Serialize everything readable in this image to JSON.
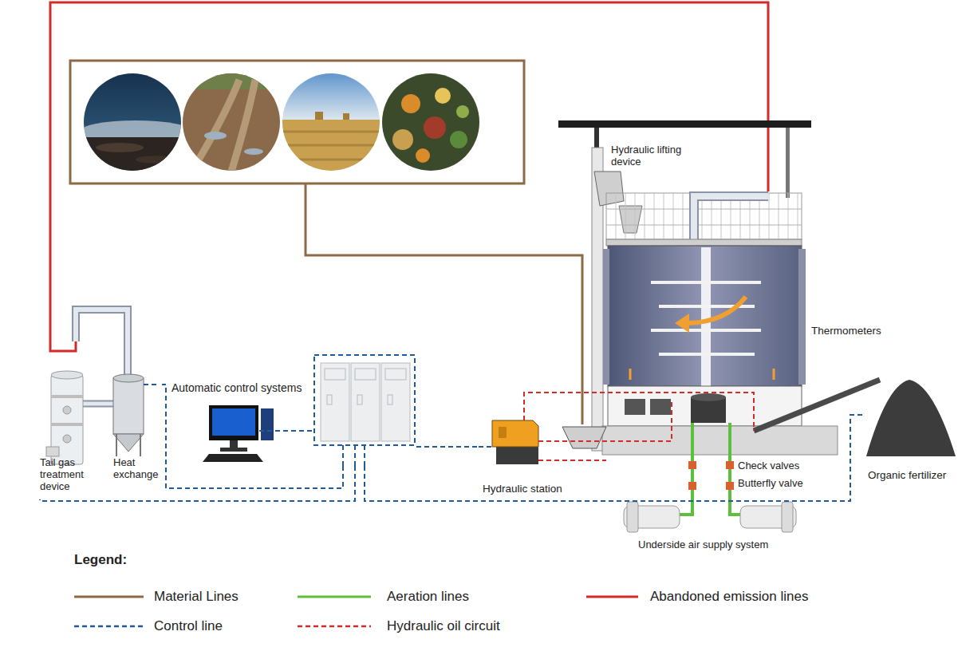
{
  "diagram": {
    "nodes": [
      {
        "text": [
          "Tail gas treatment device"
        ]
      },
      {
        "text": [
          "Heat exchange"
        ]
      },
      {
        "text": [
          "Automatic control systems"
        ]
      },
      {
        "text": [
          "Hydraulic station"
        ]
      },
      {
        "text": [
          "Organic fertilizer"
        ]
      },
      {
        "text": [
          "Underside air supply system"
        ]
      }
    ],
    "edges": [
      {
        "from": 2,
        "to": 1,
        "arrow": "none"
      },
      {
        "from": 2,
        "to": 0,
        "arrow": "none"
      },
      {
        "from": 2,
        "to": 3,
        "arrow": "none"
      },
      {
        "from": 2,
        "to": 4,
        "arrow": "none"
      }
    ],
    "labels": [
      "Hydraulic lifting device",
      "Thermometers",
      "Check valves",
      "Butterfly valve",
      "Legend:"
    ],
    "legend": [
      {
        "text": "Material Lines"
      },
      {
        "text": "Aeration lines"
      },
      {
        "text": "Abandoned emission lines"
      },
      {
        "text": "Control line"
      },
      {
        "text": "Hydraulic oil circuit"
      }
    ]
  }
}
